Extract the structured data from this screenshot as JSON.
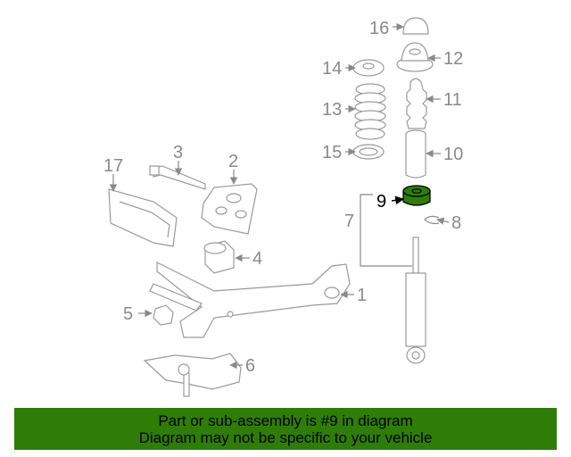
{
  "callouts": {
    "c1": "1",
    "c2": "2",
    "c3": "3",
    "c4": "4",
    "c5": "5",
    "c6": "6",
    "c7": "7",
    "c8": "8",
    "c9": "9",
    "c10": "10",
    "c11": "11",
    "c12": "12",
    "c13": "13",
    "c14": "14",
    "c15": "15",
    "c16": "16",
    "c17": "17"
  },
  "highlight": {
    "part": "9",
    "color": "#2e7d07"
  },
  "banner": {
    "line1": "Part or sub-assembly is #9 in diagram",
    "line2": "Diagram may not be specific to your vehicle",
    "background": "#2e7d07"
  }
}
